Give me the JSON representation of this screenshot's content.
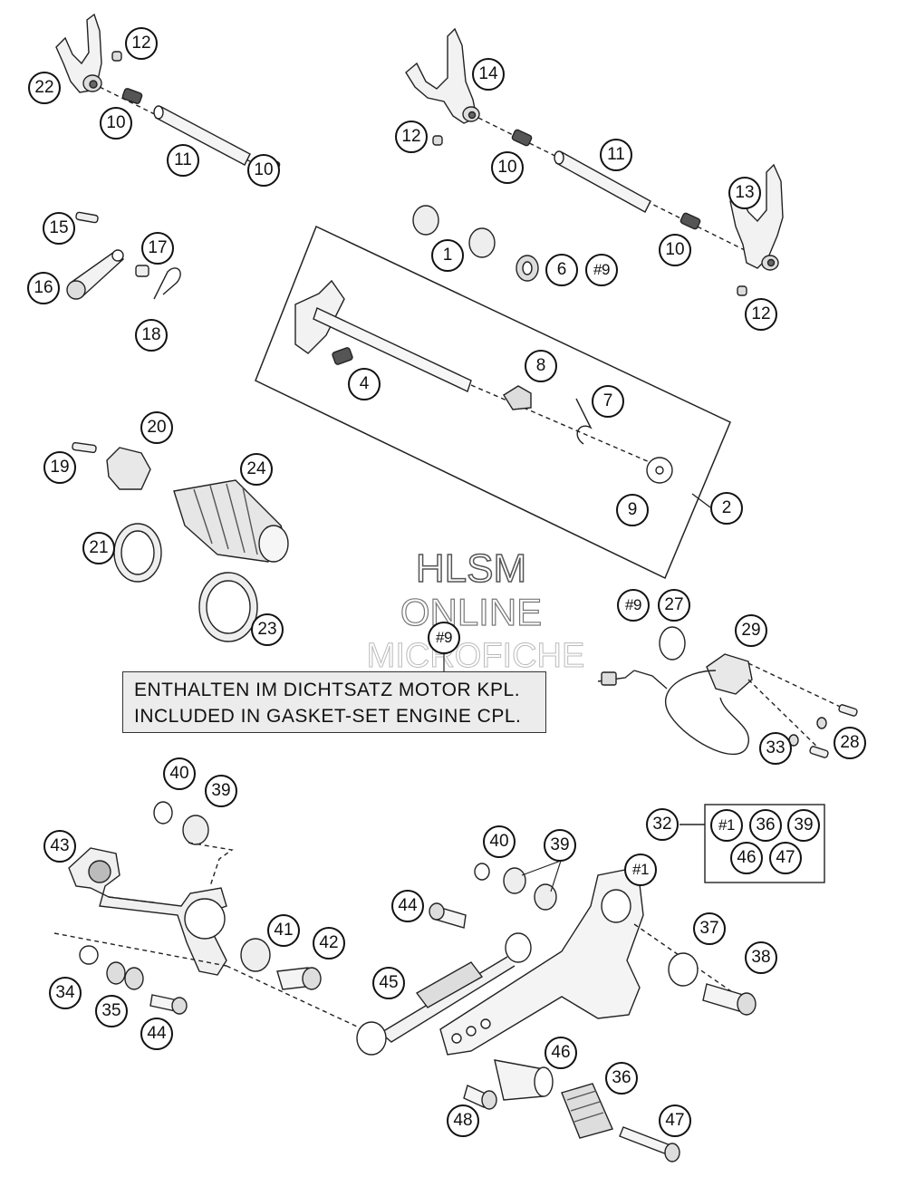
{
  "watermark": {
    "line1": "HLSM",
    "line2": "ONLINE",
    "line3": "MICROFICHE"
  },
  "notice": {
    "line1": "ENTHALTEN IM DICHTSATZ MOTOR KPL.",
    "line2": "INCLUDED IN GASKET-SET ENGINE CPL."
  },
  "callouts": {
    "c22": "22",
    "c12a": "12",
    "c10a": "10",
    "c11a": "11",
    "c10b": "10",
    "c14": "14",
    "c12b": "12",
    "c10c": "10",
    "c11b": "11",
    "c13": "13",
    "c10d": "10",
    "c12c": "12",
    "c15": "15",
    "c17": "17",
    "c16": "16",
    "c18": "18",
    "c1": "1",
    "c6": "6",
    "c9a": "#9",
    "c8": "8",
    "c4": "4",
    "c7": "7",
    "c9": "9",
    "c2": "2",
    "c20": "20",
    "c19": "19",
    "c24": "24",
    "c21": "21",
    "c23": "23",
    "c9b": "#9",
    "c27": "27",
    "c29": "29",
    "c9c": "#9",
    "c33": "33",
    "c28": "28",
    "c40a": "40",
    "c39a": "39",
    "c43": "43",
    "c41": "41",
    "c42": "42",
    "c34": "34",
    "c35": "35",
    "c44a": "44",
    "c32": "32",
    "c1b": "#1",
    "c36b": "36",
    "c39c": "39",
    "c46b": "46",
    "c47b": "47",
    "c40b": "40",
    "c39b": "39",
    "c44b": "44",
    "c1c": "#1",
    "c37": "37",
    "c38": "38",
    "c45": "45",
    "c46": "46",
    "c36": "36",
    "c48": "48",
    "c47": "47"
  }
}
